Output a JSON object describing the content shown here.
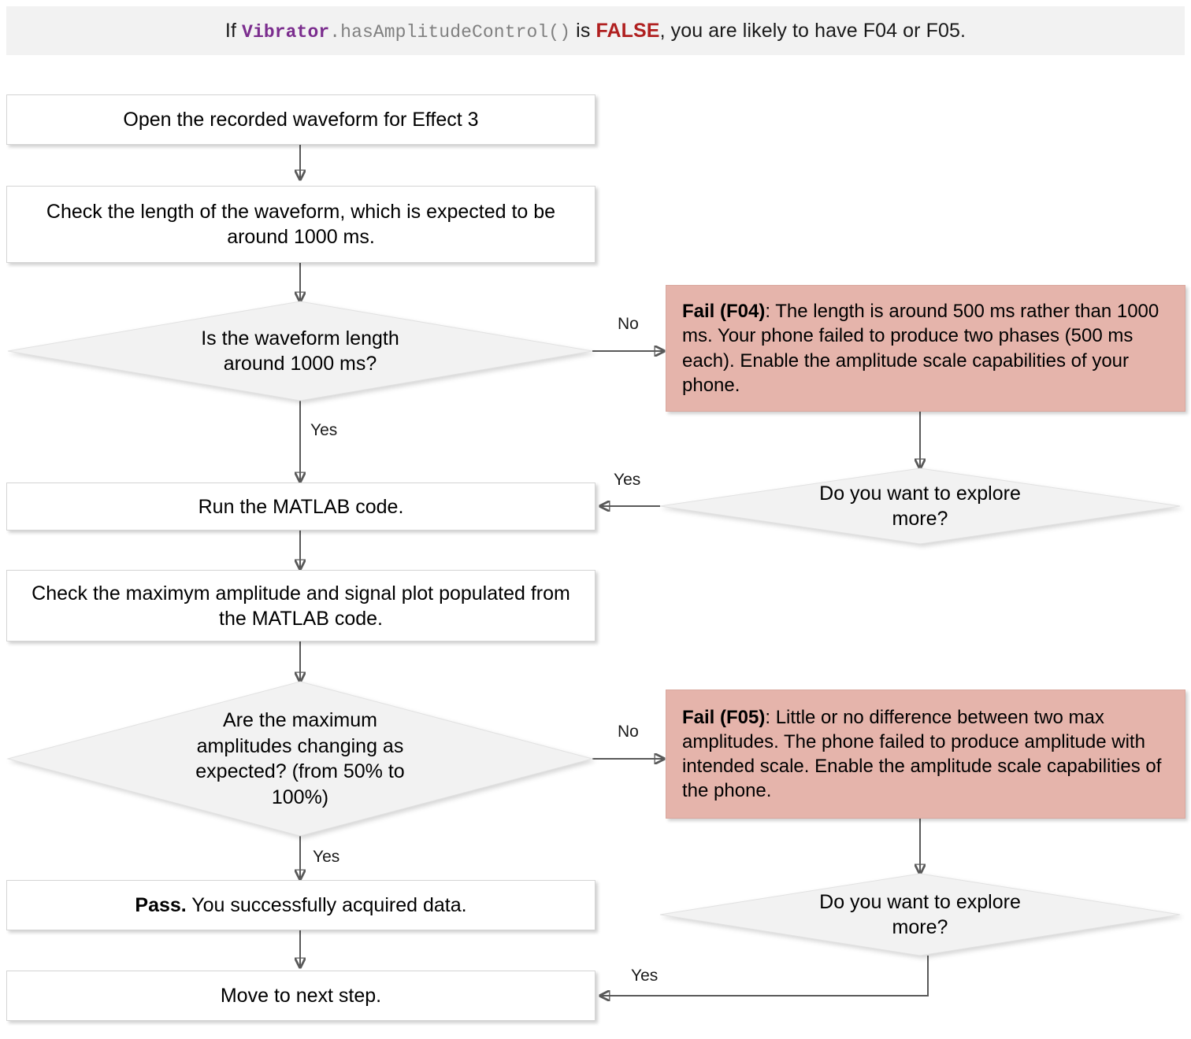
{
  "banner": {
    "prefix": "If ",
    "class_name": "Vibrator",
    "method_name": ".hasAmplitudeControl()",
    "middle": " is ",
    "false_kw": "FALSE",
    "suffix": ", you are likely to have F04 or F05."
  },
  "colors": {
    "banner_bg": "#f2f2f2",
    "process_bg": "#ffffff",
    "decision_bg": "#f2f2f2",
    "fail_bg": "#e5b4ab",
    "connector": "#595959",
    "class_purple": "#7b2d8e",
    "false_red": "#b02020",
    "method_gray": "#808080"
  },
  "nodes": {
    "open_waveform": {
      "type": "process",
      "text": "Open the recorded waveform for Effect 3"
    },
    "check_length": {
      "type": "process",
      "text": "Check the length of the waveform, which is expected to be around 1000 ms."
    },
    "decide_length": {
      "type": "decision",
      "line1": "Is the waveform length",
      "line2": "around 1000 ms?"
    },
    "fail_f04": {
      "type": "fail",
      "bold": "Fail (F04)",
      "text": ": The length is around 500 ms rather than 1000 ms. Your phone failed to produce two phases (500 ms each). Enable the amplitude scale capabilities of your phone."
    },
    "explore_more_1": {
      "type": "decision",
      "line1": "Do you want to explore",
      "line2": "more?"
    },
    "run_matlab": {
      "type": "process",
      "text": "Run the MATLAB code."
    },
    "check_amplitude": {
      "type": "process",
      "text": "Check the maximym amplitude and signal plot populated from the MATLAB code."
    },
    "decide_amplitude": {
      "type": "decision",
      "line1": "Are the maximum",
      "line2": "amplitudes changing as",
      "line3": "expected? (from 50% to",
      "line4": "100%)"
    },
    "fail_f05": {
      "type": "fail",
      "bold": "Fail (F05)",
      "text": ": Little or no difference between two max amplitudes. The phone failed to produce amplitude with intended scale. Enable the amplitude scale capabilities of the phone."
    },
    "explore_more_2": {
      "type": "decision",
      "line1": "Do you want to explore",
      "line2": "more?"
    },
    "pass": {
      "type": "process",
      "bold": "Pass.",
      "text": " You successfully acquired data."
    },
    "next_step": {
      "type": "process",
      "text": "Move to next step."
    }
  },
  "edges": {
    "length_no": "No",
    "length_yes": "Yes",
    "explore1_yes": "Yes",
    "amplitude_no": "No",
    "amplitude_yes": "Yes",
    "explore2_yes": "Yes"
  },
  "chart_data": {
    "type": "flowchart",
    "title": "Effect 3 waveform verification flow",
    "node_order": [
      "open_waveform",
      "check_length",
      "decide_length",
      "fail_f04",
      "explore_more_1",
      "run_matlab",
      "check_amplitude",
      "decide_amplitude",
      "fail_f05",
      "explore_more_2",
      "pass",
      "next_step"
    ],
    "links": [
      {
        "from": "open_waveform",
        "to": "check_length",
        "label": ""
      },
      {
        "from": "check_length",
        "to": "decide_length",
        "label": ""
      },
      {
        "from": "decide_length",
        "to": "fail_f04",
        "label": "No"
      },
      {
        "from": "decide_length",
        "to": "run_matlab",
        "label": "Yes"
      },
      {
        "from": "fail_f04",
        "to": "explore_more_1",
        "label": ""
      },
      {
        "from": "explore_more_1",
        "to": "run_matlab",
        "label": "Yes"
      },
      {
        "from": "run_matlab",
        "to": "check_amplitude",
        "label": ""
      },
      {
        "from": "check_amplitude",
        "to": "decide_amplitude",
        "label": ""
      },
      {
        "from": "decide_amplitude",
        "to": "fail_f05",
        "label": "No"
      },
      {
        "from": "decide_amplitude",
        "to": "pass",
        "label": "Yes"
      },
      {
        "from": "fail_f05",
        "to": "explore_more_2",
        "label": ""
      },
      {
        "from": "explore_more_2",
        "to": "next_step",
        "label": "Yes"
      },
      {
        "from": "pass",
        "to": "next_step",
        "label": ""
      }
    ]
  }
}
